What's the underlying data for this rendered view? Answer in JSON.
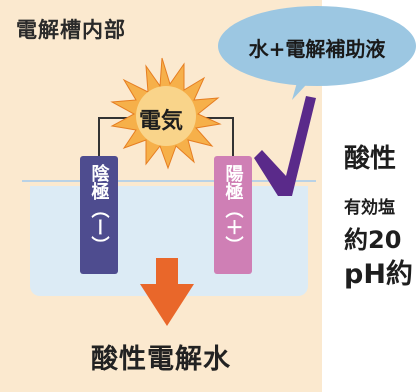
{
  "diagram": {
    "title": "電解槽内部",
    "bubble_label": "水+電解補助液",
    "electricity_label": "電気",
    "cathode_label": "陰極（ー）",
    "anode_label": "陽極（＋）",
    "result_label": "酸性電解水"
  },
  "side_text": {
    "line1": "酸性",
    "line2": "有効塩",
    "line3": "約20",
    "line4": "pH約"
  },
  "colors": {
    "panel_bg": "#fbe9cf",
    "bubble": "#9cc7e2",
    "cathode": "#4e4c8f",
    "anode": "#cf7fb5",
    "arrow": "#e9672a",
    "purple_arrow": "#5a2a8a",
    "sun": "#f29a3a"
  },
  "icons": [
    "sun-burst-icon",
    "down-arrow-icon",
    "check-arrow-icon"
  ]
}
